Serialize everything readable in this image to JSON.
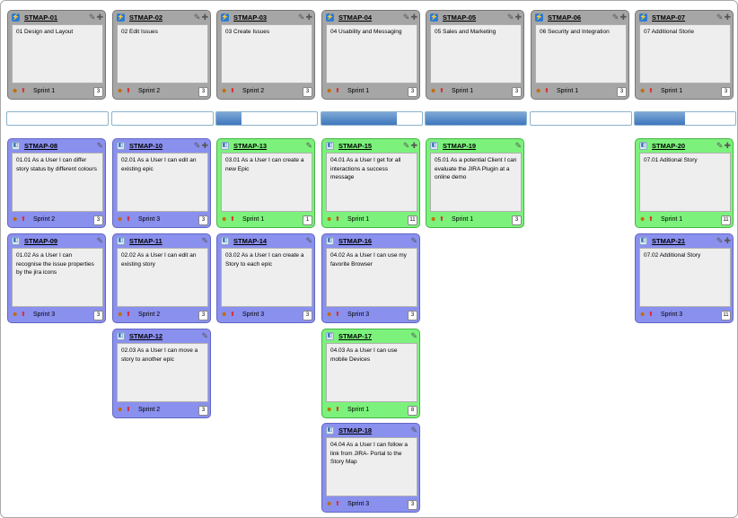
{
  "epics": [
    {
      "key": "STMAP-01",
      "title": "01 Design and Layout",
      "sprint": "Sprint 1",
      "points": "3",
      "progress": 0.0
    },
    {
      "key": "STMAP-02",
      "title": "02 Edit Issues",
      "sprint": "Sprint 2",
      "points": "3",
      "progress": 0.0
    },
    {
      "key": "STMAP-03",
      "title": "03 Create Issues",
      "sprint": "Sprint 2",
      "points": "3",
      "progress": 0.25
    },
    {
      "key": "STMAP-04",
      "title": "04 Usability and Messaging",
      "sprint": "Sprint 1",
      "points": "3",
      "progress": 0.75
    },
    {
      "key": "STMAP-05",
      "title": "05 Sales and Marketing",
      "sprint": "Sprint 1",
      "points": "3",
      "progress": 1.0
    },
    {
      "key": "STMAP-06",
      "title": "06 Security and Integration",
      "sprint": "Sprint 1",
      "points": "3",
      "progress": 0.0
    },
    {
      "key": "STMAP-07",
      "title": "07 Additional Storie",
      "sprint": "Sprint 1",
      "points": "3",
      "progress": 0.5
    }
  ],
  "stories": [
    {
      "key": "STMAP-08",
      "col": 0,
      "row": 0,
      "status": "todo",
      "text": "01.01 As a User I can differ story status by different colours",
      "sprint": "Sprint 2",
      "points": "3"
    },
    {
      "key": "STMAP-09",
      "col": 0,
      "row": 1,
      "status": "todo",
      "text": "01.02 As a User I can recognise the issue properties by the jira icons",
      "sprint": "Sprint 3",
      "points": "3"
    },
    {
      "key": "STMAP-10",
      "col": 1,
      "row": 0,
      "status": "todo",
      "text": "02.01 As a User I can edit an existing epic",
      "sprint": "Sprint 3",
      "points": "3"
    },
    {
      "key": "STMAP-11",
      "col": 1,
      "row": 1,
      "status": "todo",
      "text": "02.02 As a User I can edit an existing story",
      "sprint": "Sprint 2",
      "points": "3"
    },
    {
      "key": "STMAP-12",
      "col": 1,
      "row": 2,
      "status": "todo",
      "text": "02.03 As a User I can move a story to another epic",
      "sprint": "Sprint 2",
      "points": "3"
    },
    {
      "key": "STMAP-13",
      "col": 2,
      "row": 0,
      "status": "done",
      "text": "03.01 As a User I can create a new Epic",
      "sprint": "Sprint 1",
      "points": "1"
    },
    {
      "key": "STMAP-14",
      "col": 2,
      "row": 1,
      "status": "todo",
      "text": "03.02 As a User I can create a Story to each epic",
      "sprint": "Sprint 3",
      "points": "3"
    },
    {
      "key": "STMAP-15",
      "col": 3,
      "row": 0,
      "status": "done",
      "text": "04.01 As a User I get for all interactions a success message",
      "sprint": "Sprint 1",
      "points": "11"
    },
    {
      "key": "STMAP-16",
      "col": 3,
      "row": 1,
      "status": "todo",
      "text": "04.02 As a User I can use my favorite Browser",
      "sprint": "Sprint 3",
      "points": "3"
    },
    {
      "key": "STMAP-17",
      "col": 3,
      "row": 2,
      "status": "done",
      "text": "04.03 As a User I can use mobile Devices",
      "sprint": "Sprint 1",
      "points": "8"
    },
    {
      "key": "STMAP-18",
      "col": 3,
      "row": 3,
      "status": "todo",
      "text": "04.04 As a User I can follow a link from JIRA- Portal to the Story Map",
      "sprint": "Sprint 3",
      "points": "3"
    },
    {
      "key": "STMAP-19",
      "col": 4,
      "row": 0,
      "status": "done",
      "text": "05.01 As a potential Client I can evaluate the JIRA Plugin at a online demo",
      "sprint": "Sprint 1",
      "points": "3"
    },
    {
      "key": "STMAP-20",
      "col": 6,
      "row": 0,
      "status": "done",
      "text": "07.01 Aditional Story",
      "sprint": "Sprint 1",
      "points": "11"
    },
    {
      "key": "STMAP-21",
      "col": 6,
      "row": 1,
      "status": "todo",
      "text": "07.02 Additional Story",
      "sprint": "Sprint 3",
      "points": "11"
    }
  ],
  "icons": {
    "edit": "✎",
    "add": "✚",
    "epic_type": "epic-icon",
    "story_type": "story-icon",
    "priority": "priority-icon",
    "assignee": "assignee-icon"
  }
}
